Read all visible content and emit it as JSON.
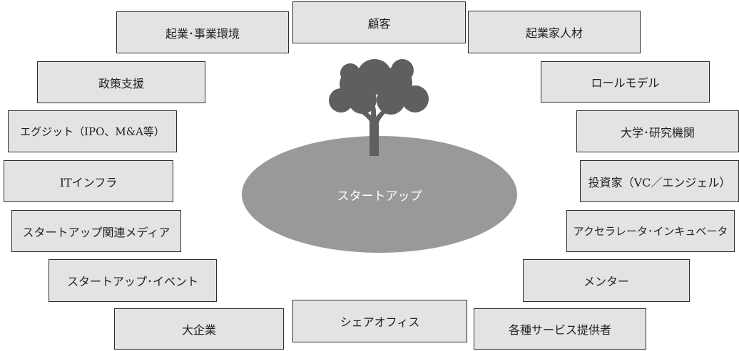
{
  "center": {
    "label": "スタートアップ"
  },
  "boxes": {
    "kigyo_jigyo_kankyo": "起業･事業環境",
    "kokyaku": "顧客",
    "kigyoka_jinzai": "起業家人材",
    "seisaku_shien": "政策支援",
    "role_model": "ロールモデル",
    "exit": "エグジット（IPO、M&A等）",
    "daigaku": "大学･研究機関",
    "it_infra": "ITインフラ",
    "toshika": "投資家（VC／エンジェル）",
    "media": "スタートアップ関連メディア",
    "accelerator": "アクセラレータ･インキュベータ",
    "event": "スタートアップ･イベント",
    "mentor": "メンター",
    "daikigyo": "大企業",
    "share_office": "シェアオフィス",
    "service_provider": "各種サービス提供者"
  },
  "colors": {
    "box_fill": "#e3e3e3",
    "box_border": "#2e2e2e",
    "ellipse_fill": "#999999",
    "tree_fill": "#5f5f5f",
    "center_text": "#ffffff"
  }
}
